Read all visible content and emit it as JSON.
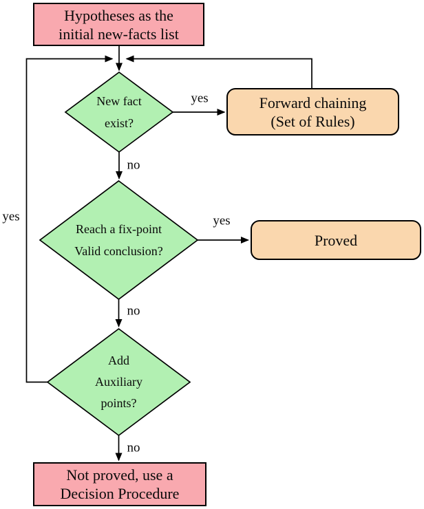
{
  "flowchart": {
    "nodes": {
      "hypotheses": {
        "type": "process",
        "lines": [
          "Hypotheses as the",
          "initial new-facts list"
        ]
      },
      "new_fact": {
        "type": "decision",
        "lines": [
          "New fact",
          "exist?"
        ]
      },
      "forward_chaining": {
        "type": "process",
        "lines": [
          "Forward chaining",
          "(Set of Rules)"
        ]
      },
      "fix_point": {
        "type": "decision",
        "lines": [
          "Reach a fix-point",
          "Valid conclusion?"
        ]
      },
      "proved": {
        "type": "terminal",
        "lines": [
          "Proved"
        ]
      },
      "aux_points": {
        "type": "decision",
        "lines": [
          "Add",
          "Auxiliary",
          "points?"
        ]
      },
      "not_proved": {
        "type": "process",
        "lines": [
          "Not proved, use a",
          "Decision Procedure"
        ]
      }
    },
    "edges": {
      "new_fact_yes": {
        "label": "yes",
        "from": "new_fact",
        "to": "forward_chaining"
      },
      "new_fact_no": {
        "label": "no",
        "from": "new_fact",
        "to": "fix_point"
      },
      "fix_point_yes": {
        "label": "yes",
        "from": "fix_point",
        "to": "proved"
      },
      "fix_point_no": {
        "label": "no",
        "from": "fix_point",
        "to": "aux_points"
      },
      "aux_points_yes": {
        "label": "yes",
        "from": "aux_points",
        "to": "new_fact"
      },
      "aux_points_no": {
        "label": "no",
        "from": "aux_points",
        "to": "not_proved"
      }
    },
    "colors": {
      "process_fill": "#F9A9AF",
      "terminal_fill": "#FAD7AE",
      "decision_fill": "#B2F0B2",
      "stroke": "#000000",
      "background": "#FFFFFF"
    }
  }
}
